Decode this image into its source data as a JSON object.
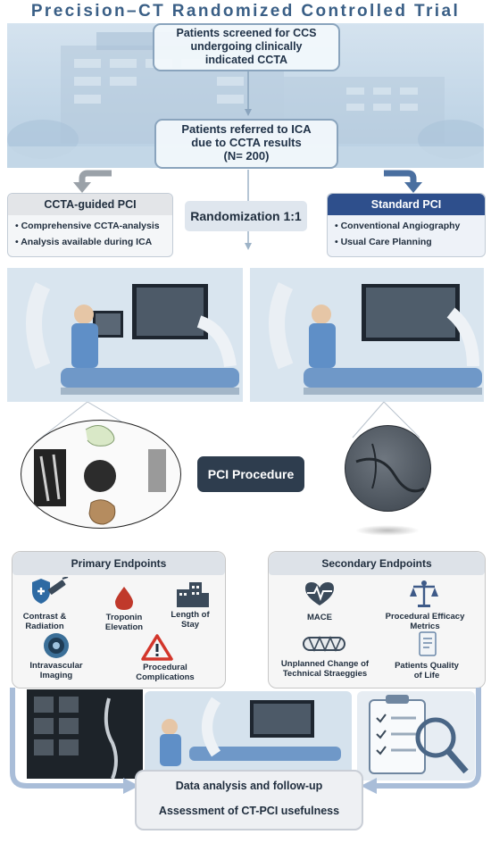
{
  "title": "Precision–CT Randomized Controlled Trial",
  "screening": [
    "Patients screened for CCS",
    "undergoing clinically",
    "indicated CCTA"
  ],
  "referral": [
    "Patients referred to ICA",
    "due to CCTA results",
    "(N= 200)"
  ],
  "randomization": "Randomization 1:1",
  "arms": {
    "left": {
      "title": "CCTA-guided PCI",
      "items": [
        "Comprehensive CCTA-analysis",
        "Analysis available during ICA"
      ]
    },
    "right": {
      "title": "Standard PCI",
      "items": [
        "Conventional Angiography",
        "Usual Care Planning"
      ]
    }
  },
  "procedure": "PCI Procedure",
  "primary": {
    "title": "Primary Endpoints",
    "items": [
      [
        "Contrast &",
        "Radiation"
      ],
      [
        "Troponin",
        "Elevation"
      ],
      [
        "Length of",
        "Stay"
      ],
      [
        "Intravascular",
        "Imaging"
      ],
      [
        "Procedural",
        "Complications"
      ]
    ]
  },
  "secondary": {
    "title": "Secondary Endpoints",
    "items": [
      [
        "MACE"
      ],
      [
        "Procedural Efficacy",
        "Metrics"
      ],
      [
        "Unplanned Change of",
        "Technical Straeggies"
      ],
      [
        "Patients Quality",
        "of Life"
      ]
    ]
  },
  "final": [
    "Data analysis and follow-up",
    "Assessment of CT-PCI usefulness"
  ],
  "colors": {
    "title": "#3a5f86",
    "standard_header": "#2e4f8c",
    "pci_box": "#2e3d4e",
    "drop": "#c0392b",
    "heart": "#3b4a5a"
  }
}
